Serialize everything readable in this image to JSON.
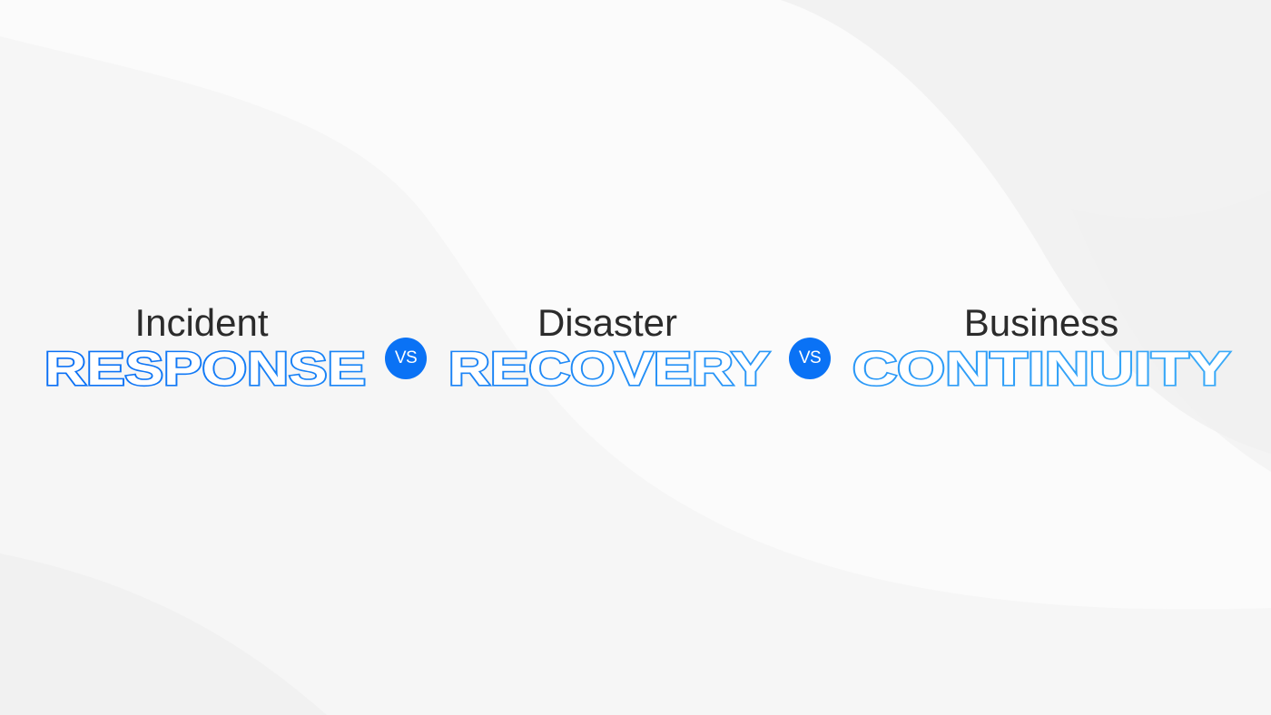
{
  "banner": {
    "items": [
      {
        "subtitle": "Incident",
        "headline": "RESPONSE"
      },
      {
        "subtitle": "Disaster",
        "headline": "RECOVERY"
      },
      {
        "subtitle": "Business",
        "headline": "CONTINUITY"
      }
    ],
    "separators": [
      {
        "label": "VS"
      },
      {
        "label": "VS"
      }
    ]
  },
  "colors": {
    "background": "#fbfbfb",
    "wave_shade": "#f1f1f1",
    "subtitle_text": "#2b2b2b",
    "badge_fill": "#0a72f5",
    "badge_text": "#ffffff",
    "headline_gradient": [
      "#0a6ff5",
      "#1f8ef7",
      "#38a8f8"
    ]
  }
}
